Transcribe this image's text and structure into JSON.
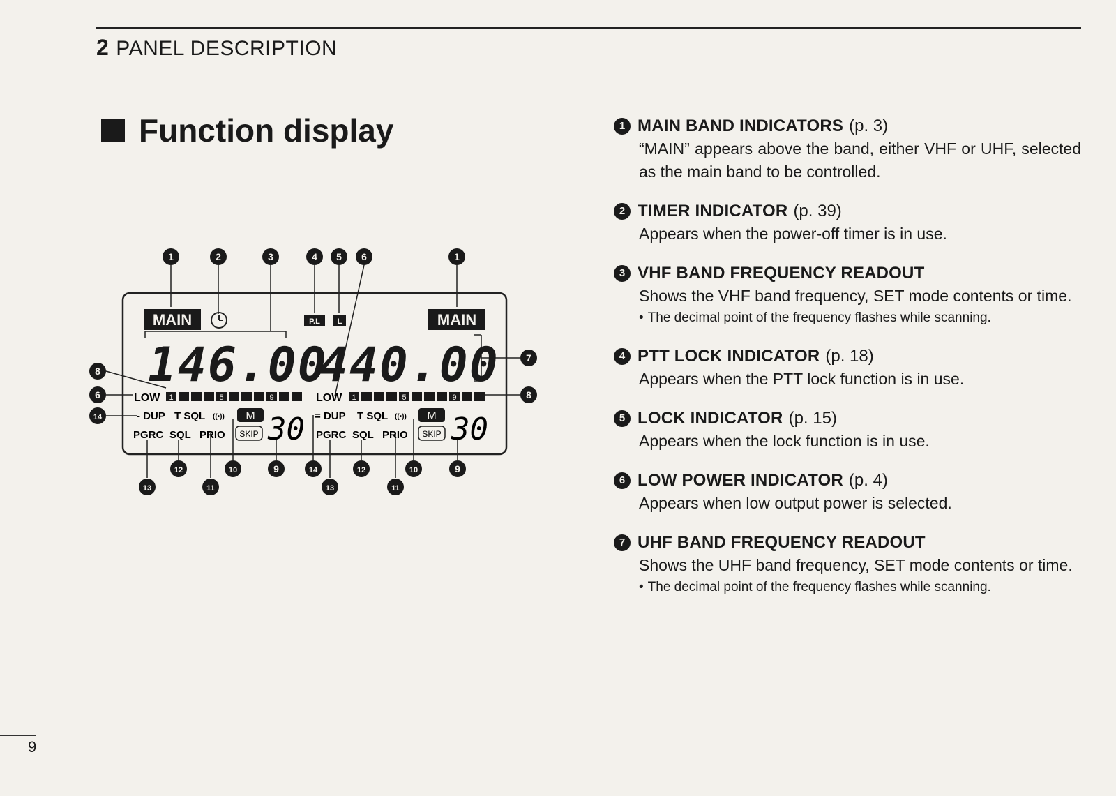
{
  "header": {
    "chapter_number": "2",
    "chapter_title": "PANEL DESCRIPTION"
  },
  "section": {
    "title": "Function display"
  },
  "display": {
    "main_label": "MAIN",
    "pl_label": "P.L",
    "lock_label": "L",
    "vhf_freq": "146.00",
    "uhf_freq": "440.00",
    "low_label": "LOW",
    "meter_marks": [
      "1",
      "5",
      "9"
    ],
    "dup_label": "DUP",
    "tsql_label": "T SQL",
    "tsql_symbol": "((•))",
    "memory_label": "M",
    "memory_channel": "30",
    "pgrc_label": "PGRC",
    "sql_label": "SQL",
    "prio_label": "PRIO",
    "skip_label": "SKIP"
  },
  "callouts": [
    "1",
    "2",
    "3",
    "4",
    "5",
    "6",
    "7",
    "8",
    "9",
    "10",
    "11",
    "12",
    "13",
    "14"
  ],
  "items": [
    {
      "num": "1",
      "title": "MAIN BAND INDICATORS",
      "page": "(p. 3)",
      "body": "“MAIN” appears above the band, either VHF or UHF, selected as the main band to be controlled."
    },
    {
      "num": "2",
      "title": "TIMER INDICATOR",
      "page": "(p. 39)",
      "body": "Appears when the power-off timer is in use."
    },
    {
      "num": "3",
      "title": "VHF BAND FREQUENCY READOUT",
      "page": "",
      "body": "Shows the VHF band frequency, SET mode contents or time.",
      "note": "The decimal point of the frequency flashes while scanning."
    },
    {
      "num": "4",
      "title": "PTT LOCK INDICATOR",
      "page": "(p. 18)",
      "body": "Appears when the PTT lock function is in use."
    },
    {
      "num": "5",
      "title": "LOCK INDICATOR",
      "page": "(p. 15)",
      "body": "Appears when the lock function is in use."
    },
    {
      "num": "6",
      "title": "LOW POWER INDICATOR",
      "page": "(p. 4)",
      "body": "Appears when low output power is selected."
    },
    {
      "num": "7",
      "title": "UHF BAND FREQUENCY READOUT",
      "page": "",
      "body": "Shows the UHF band frequency, SET mode contents or time.",
      "note": "The decimal point of the frequency flashes while scanning."
    }
  ],
  "footer": {
    "page_number": "9"
  }
}
